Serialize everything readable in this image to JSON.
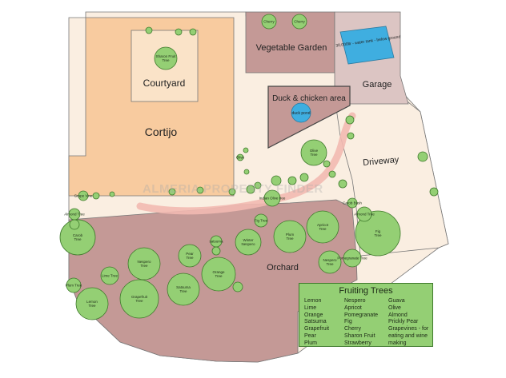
{
  "areas": {
    "courtyard": "Courtyard",
    "cortijo": "Cortijo",
    "vegetable_garden": "Vegetable Garden",
    "water_tank": "30,000ltr - water tank - below ground",
    "garage": "Garage",
    "duck_area": "Duck & chicken area",
    "duck_pond": "duck pond",
    "driveway": "Driveway",
    "orchard": "Orchard"
  },
  "watermark": "ALMERIA PROPERTY FINDER",
  "colors": {
    "cortijo": "#f8cb9f",
    "courtyard": "#fae3c8",
    "vegetable_garden": "#c49996",
    "garage": "#dcc5c3",
    "water_tank": "#3faee0",
    "tree_fill": "#94cf74",
    "tree_stroke": "#3f7a2c",
    "path": "#f2b9b1",
    "ground": "#faeee1"
  },
  "trees": [
    {
      "label": ""
    },
    {
      "label": ""
    },
    {
      "label": ""
    },
    {
      "label": "Sharon Fruit Tree"
    },
    {
      "label": "Cherry"
    },
    {
      "label": "Cherry"
    },
    {
      "label": "Olive Tree"
    },
    {
      "label": "Apricot Tree"
    },
    {
      "label": "Fig Tree"
    },
    {
      "label": "Carob Tree"
    },
    {
      "label": "Lemon Tree"
    },
    {
      "label": "Grapefruit Tree"
    },
    {
      "label": "Satsuma Tree"
    },
    {
      "label": "Orange Tree"
    },
    {
      "label": "Nespero Tree"
    },
    {
      "label": "Pear Tree"
    },
    {
      "label": "Lime Tree"
    },
    {
      "label": "Plum Tree"
    },
    {
      "label": "Plum Tree"
    },
    {
      "label": "Winter Nespero"
    },
    {
      "label": "Nespero Tree"
    },
    {
      "label": "Pomegranate Tree"
    },
    {
      "label": "Almond Tree"
    },
    {
      "label": "Almond Tree"
    },
    {
      "label": "Carob Bush"
    },
    {
      "label": "Grape Vine"
    },
    {
      "label": "Indian Olive tree"
    },
    {
      "label": "Fig Tree"
    },
    {
      "label": "satsuma"
    },
    {
      "label": "Olive"
    }
  ],
  "legend": {
    "title": "Fruiting Trees",
    "col1": [
      "Lemon",
      "Lime",
      "Orange",
      "Satsuma",
      "Grapefruit",
      "Pear",
      "Plum"
    ],
    "col2": [
      "Nespero",
      "Apricot",
      "Pomegranate",
      "Fig",
      "Cherry",
      "Sharon Fruit",
      "Strawberry"
    ],
    "col3": [
      "Guava",
      "Olive",
      "Almond",
      "Prickly Pear",
      "Grapevines - for",
      "eating and wine",
      "making"
    ]
  }
}
